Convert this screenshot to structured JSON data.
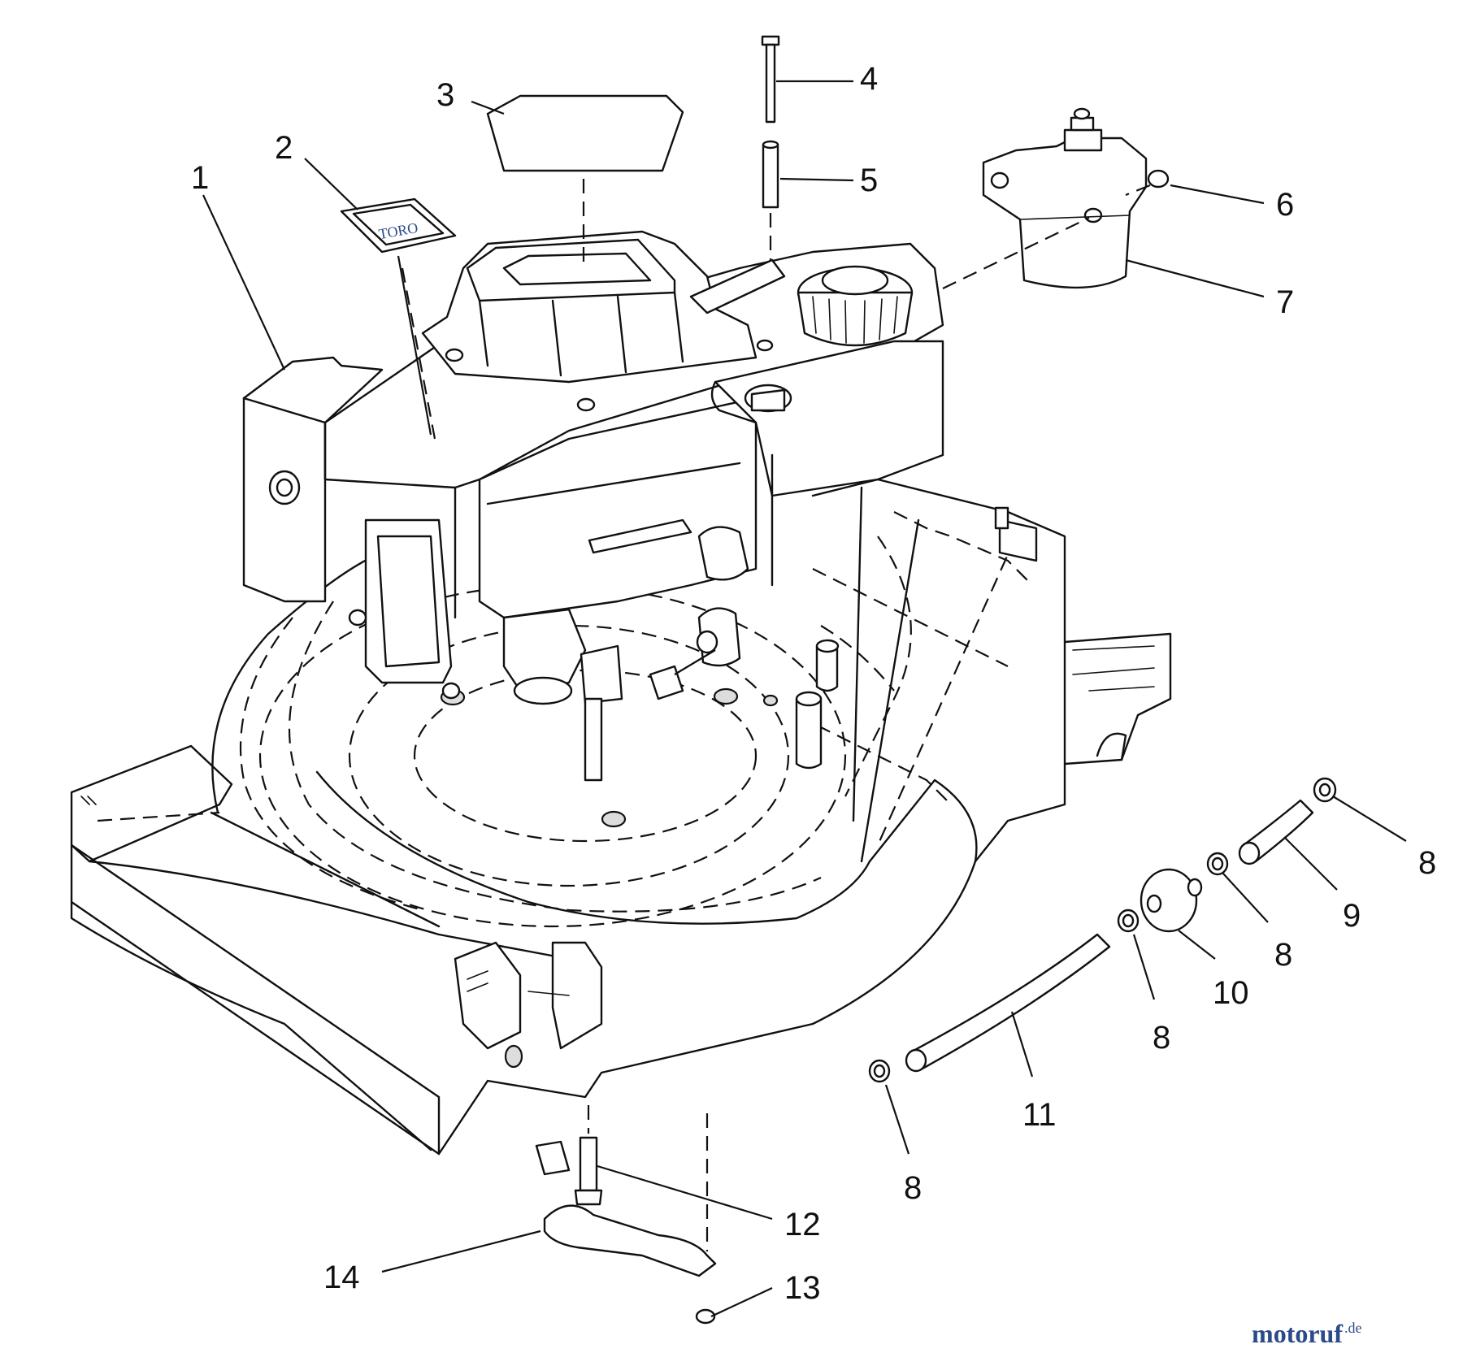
{
  "diagram": {
    "callouts": [
      {
        "id": "c1",
        "label": "1"
      },
      {
        "id": "c2",
        "label": "2"
      },
      {
        "id": "c3",
        "label": "3"
      },
      {
        "id": "c4",
        "label": "4"
      },
      {
        "id": "c5",
        "label": "5"
      },
      {
        "id": "c6",
        "label": "6"
      },
      {
        "id": "c7",
        "label": "7"
      },
      {
        "id": "c8a",
        "label": "8"
      },
      {
        "id": "c9",
        "label": "9"
      },
      {
        "id": "c8b",
        "label": "8"
      },
      {
        "id": "c10",
        "label": "10"
      },
      {
        "id": "c8c",
        "label": "8"
      },
      {
        "id": "c11",
        "label": "11"
      },
      {
        "id": "c8d",
        "label": "8"
      },
      {
        "id": "c12",
        "label": "12"
      },
      {
        "id": "c13",
        "label": "13"
      },
      {
        "id": "c14",
        "label": "14"
      }
    ],
    "decal_text": "TORO"
  },
  "watermark": {
    "brand": "motoruf",
    "suffix": ".de"
  },
  "colors": {
    "ink": "#111111",
    "watermark": "#2a4a8a"
  }
}
